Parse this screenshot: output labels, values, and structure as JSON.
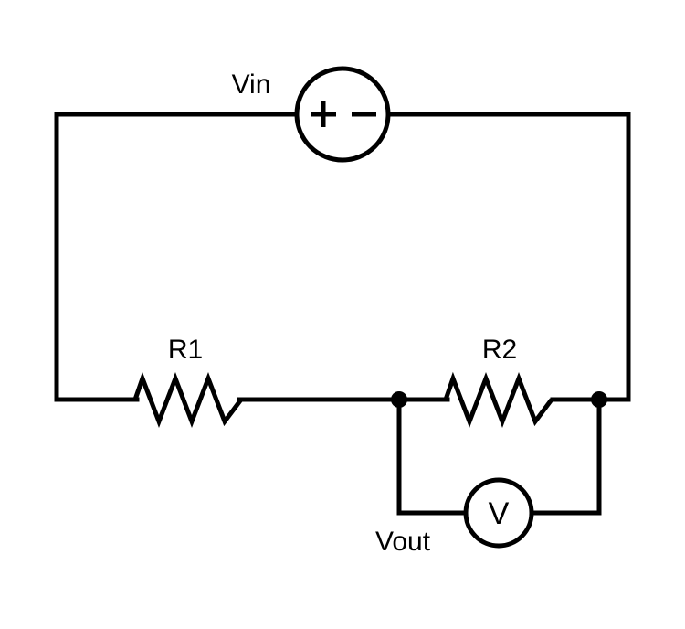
{
  "labels": {
    "source": "Vin",
    "resistor_1": "R1",
    "resistor_2": "R2",
    "output": "Vout",
    "voltmeter_symbol": "V"
  },
  "colors": {
    "stroke": "#000000",
    "background": "#ffffff"
  }
}
